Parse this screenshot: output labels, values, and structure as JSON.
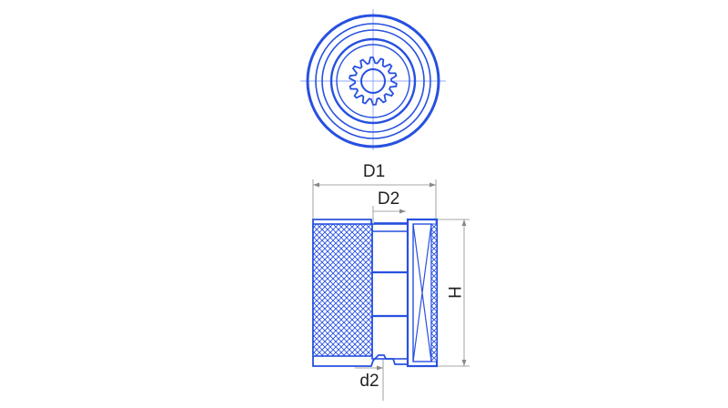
{
  "diagram": {
    "labels": {
      "d1": "D1",
      "d2_upper": "D2",
      "h": "H",
      "d2_lower": "d2"
    },
    "colors": {
      "line": "#2750e0",
      "dimension": "#8a8a8a",
      "text": "#222222",
      "background": "#ffffff"
    }
  }
}
